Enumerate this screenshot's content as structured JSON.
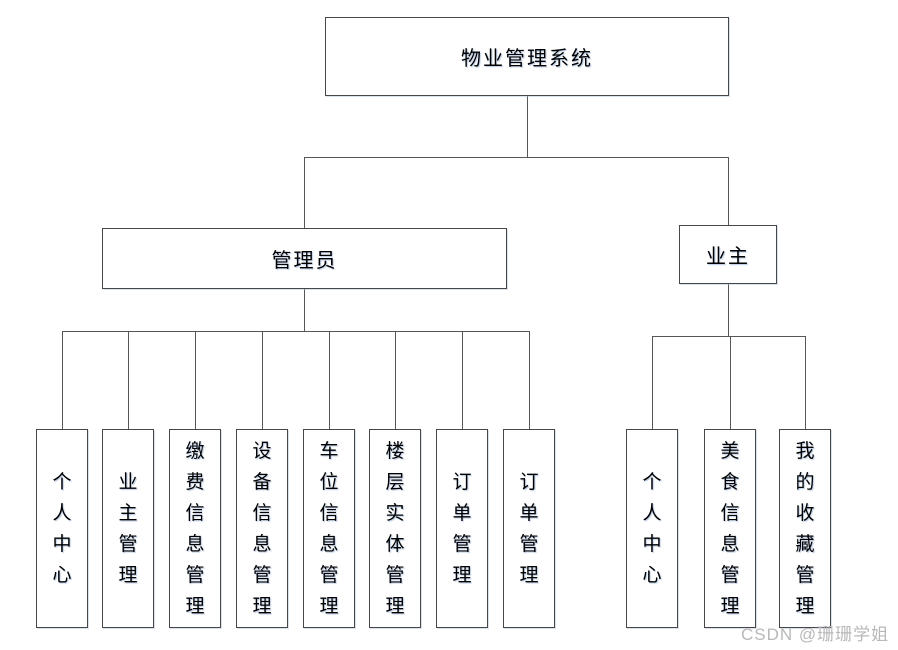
{
  "diagram": {
    "root": {
      "label": "物业管理系统"
    },
    "branches": [
      {
        "label": "管理员",
        "children": [
          "个人中心",
          "业主管理",
          "缴费信息管理",
          "设备信息管理",
          "车位信息管理",
          "楼层实体管理",
          "订单管理",
          "订单管理"
        ]
      },
      {
        "label": "业主",
        "children": [
          "个人中心",
          "美食信息管理",
          "我的收藏管理"
        ]
      }
    ]
  },
  "watermark": "CSDN @珊珊学姐",
  "colors": {
    "background": "#ffffff",
    "box_border": "#474747",
    "connector_line": "#565656",
    "text": "#000000",
    "watermark_text": "#b8b8b8"
  }
}
